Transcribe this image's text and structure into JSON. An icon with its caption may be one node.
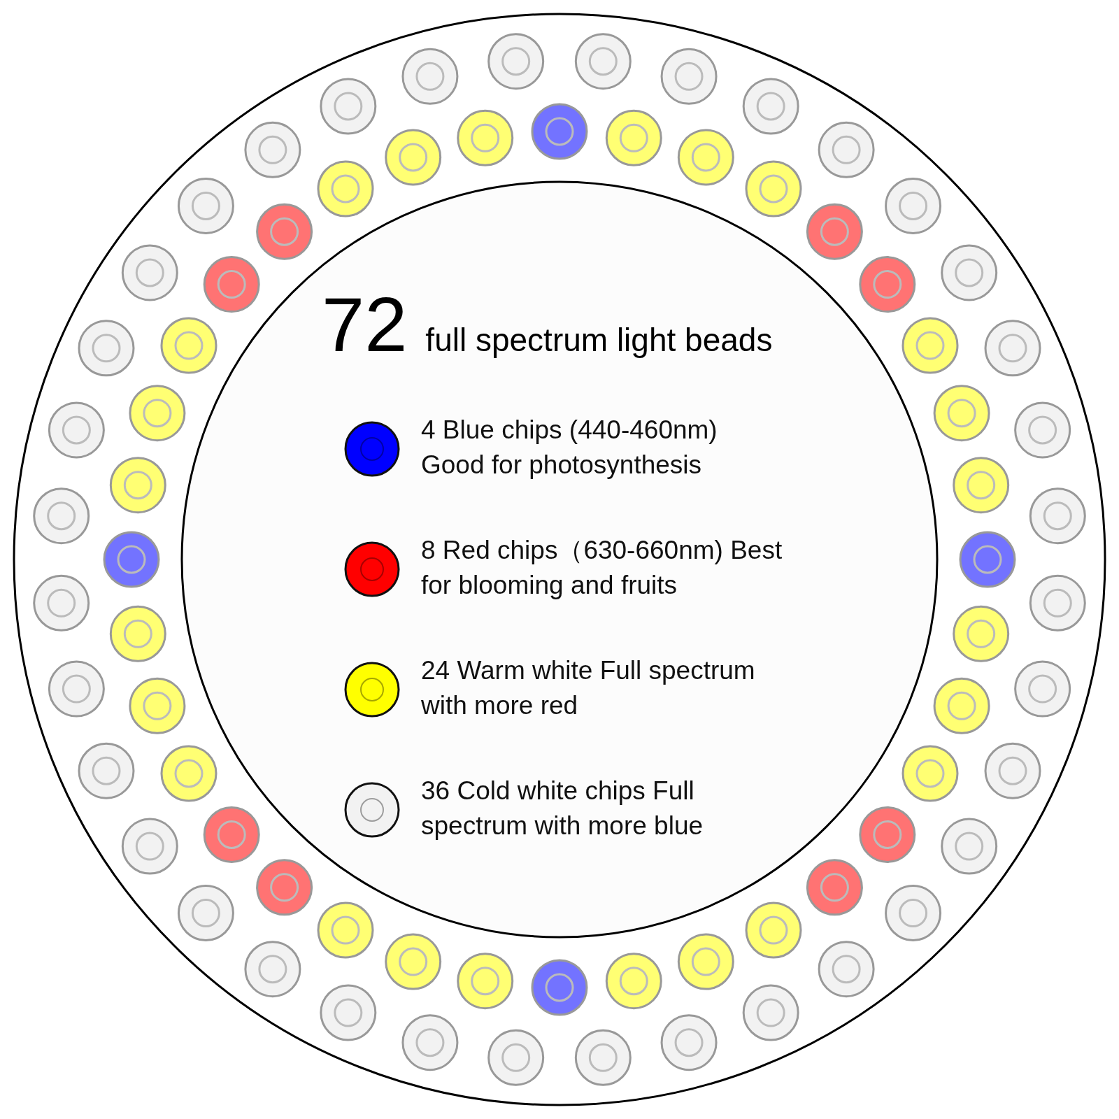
{
  "diagram": {
    "title": "72 full spectrum light beads",
    "legend": [
      {
        "text": "4 Blue chips (440-460nm) Good for photosynthesis",
        "color": "#0000ff"
      },
      {
        "text": "8 Red chips（630-660nm) Best for blooming and fruits",
        "color": "#ff0000"
      },
      {
        "text": "24 Warm white Full spectrum with more red",
        "color": "#ffff00"
      },
      {
        "text": "36 Cold white chips Full spectrum with more blue",
        "color": "#f2f2f2"
      }
    ]
  }
}
